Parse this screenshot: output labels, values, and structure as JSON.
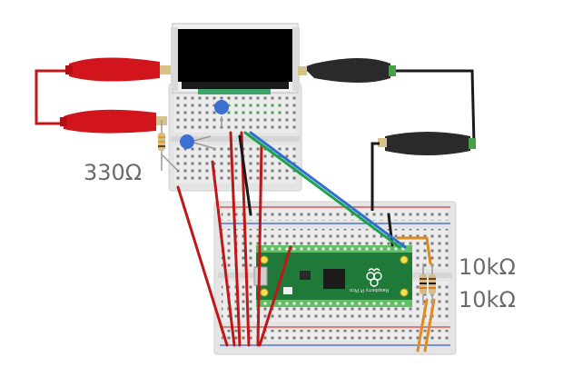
{
  "labels": {
    "resistor_small": "330Ω",
    "resistor_pullup_1": "10kΩ",
    "resistor_pullup_2": "10kΩ"
  },
  "board": {
    "name": "Raspberry Pi Pico",
    "logo": "raspberry-logo"
  },
  "components": {
    "display": "oled-display",
    "capacitor_a": "blue-ceramic-capacitor",
    "capacitor_b": "blue-ceramic-capacitor",
    "clips_red": "red-alligator-clips",
    "clips_black": "black-alligator-clips"
  },
  "colors": {
    "wire_red": "#c01818",
    "wire_black": "#1a1a1a",
    "wire_green": "#1aa34a",
    "wire_blue": "#2f6fd1",
    "wire_orange": "#e08a22",
    "pcb_green": "#1f7a3a",
    "clip_red": "#d2141c",
    "clip_black": "#2a2a2a"
  }
}
